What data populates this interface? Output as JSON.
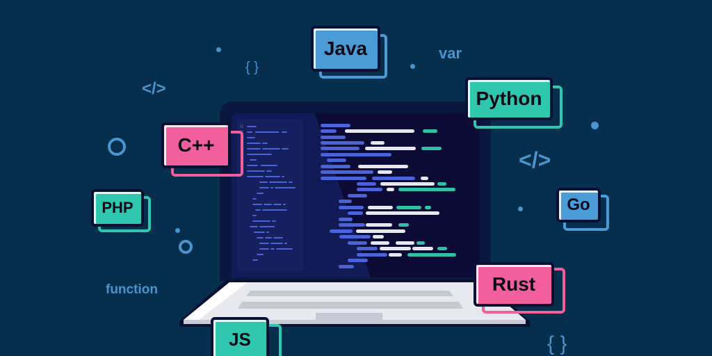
{
  "colors": {
    "background": "#062e4d",
    "accent_blue": "#4a93cc",
    "tag_blue": "#4a9bd6",
    "tag_teal": "#2fc7ad",
    "tag_pink": "#f2609b",
    "code_blue": "#4a63d8",
    "code_white": "#e6e8ef",
    "code_teal": "#2fc0a6"
  },
  "tags": {
    "java": "Java",
    "python": "Python",
    "cpp": "C++",
    "php": "PHP",
    "go": "Go",
    "rust": "Rust",
    "js": "JS"
  },
  "decorations": {
    "var": "var",
    "function": "function",
    "braces_top": "{ }",
    "braces_bottom": "{   }",
    "html_tag_left": "</>",
    "html_tag_right": "</>"
  }
}
